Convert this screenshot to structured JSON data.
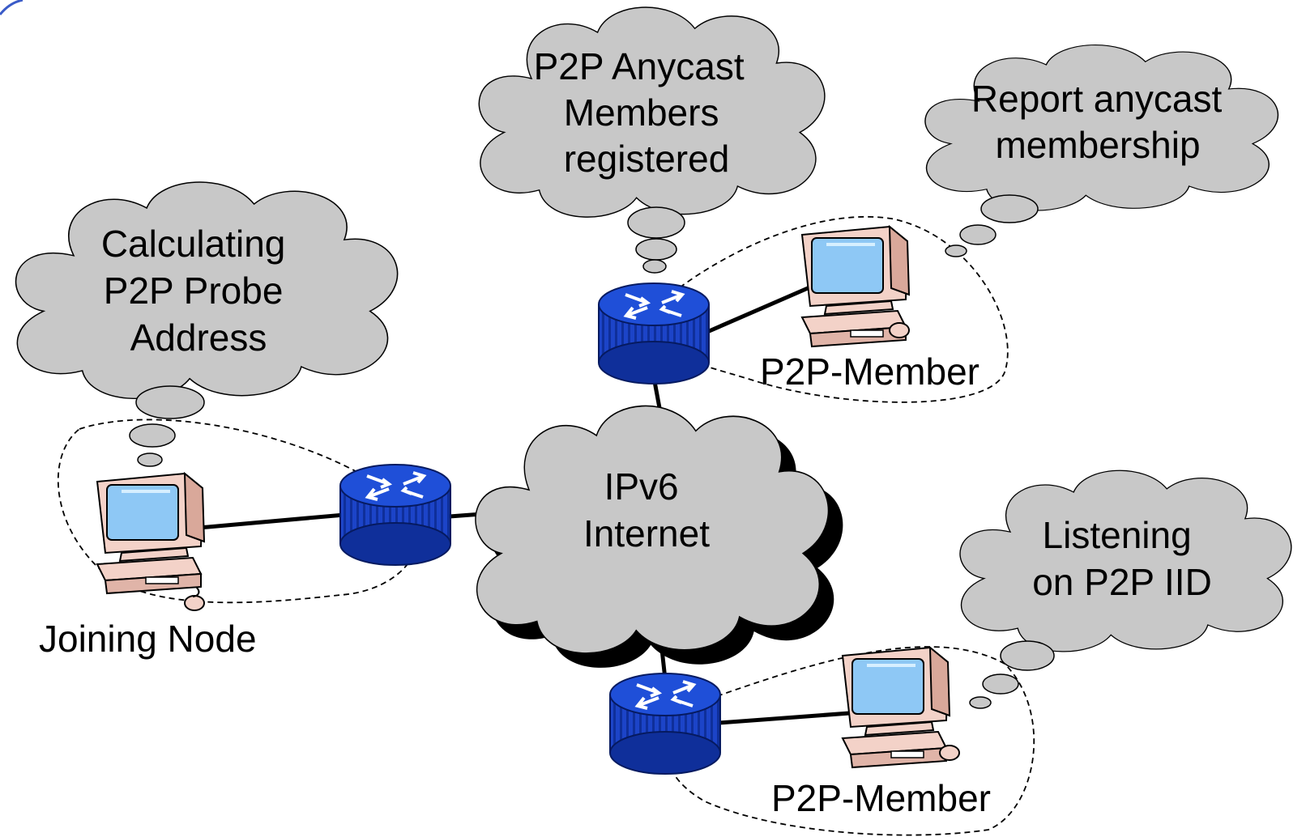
{
  "colors": {
    "cloud_fill": "#c8c8c8",
    "cloud_stroke": "#000000",
    "router_blue": "#1c44c8",
    "router_dark": "#0a2480",
    "monitor_screen": "#8ec8f5",
    "pc_case": "#f3d2c8",
    "link": "#000000",
    "dashed_outline": "#000000"
  },
  "thought_bubbles": {
    "calculating": [
      "Calculating",
      "P2P Probe",
      "Address"
    ],
    "anycast": [
      "P2P Anycast",
      "Members",
      "registered"
    ],
    "report": [
      "Report anycast",
      "membership"
    ],
    "listening": [
      "Listening",
      "on P2P IID"
    ]
  },
  "internet_cloud": [
    "IPv6",
    "Internet"
  ],
  "node_labels": {
    "joining": "Joining Node",
    "member_top": "P2P-Member",
    "member_bottom": "P2P-Member"
  },
  "icons": {
    "router": "router-icon",
    "computer": "desktop-computer-icon"
  }
}
